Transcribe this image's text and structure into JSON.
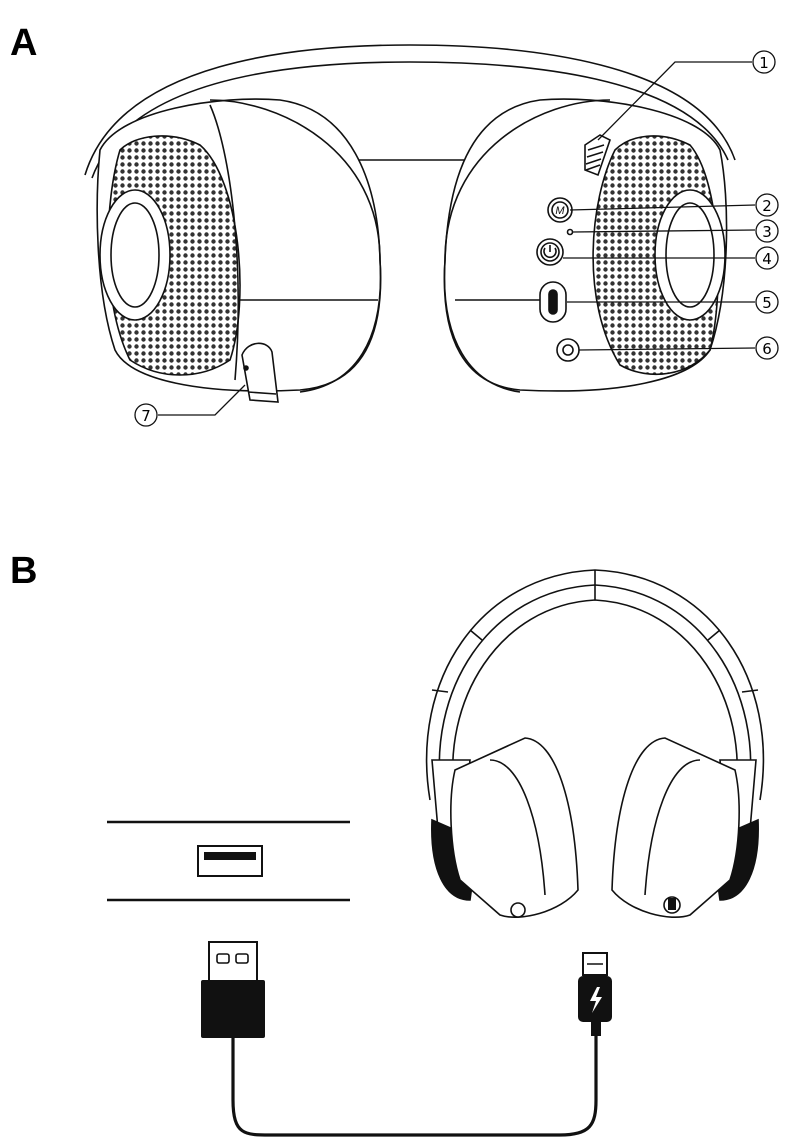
{
  "panels": {
    "a": {
      "label": "A"
    },
    "b": {
      "label": "B"
    }
  },
  "callouts": [
    "1",
    "2",
    "3",
    "4",
    "5",
    "6",
    "7"
  ],
  "buttons": {
    "mode_letter": "M"
  },
  "colors": {
    "line": "#111111",
    "fill": "#ffffff",
    "dark": "#111111"
  }
}
